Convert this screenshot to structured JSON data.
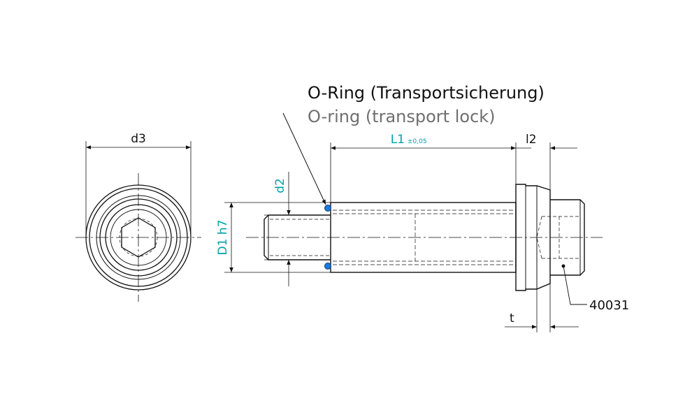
{
  "callout": {
    "oring_de": "O-Ring (Transportsicherung)",
    "oring_en": "O-ring (transport lock)"
  },
  "dimensions": {
    "d3": "d3",
    "d2": "d2",
    "D1": "D1 h7",
    "L1": "L1",
    "L1_tolerance": "±0,05",
    "l2": "l2",
    "t": "t"
  },
  "part_number": "40031",
  "colors": {
    "dimension": "#00a0a8",
    "outline": "#111111",
    "oring": "#1e78d8",
    "text_secondary": "#6f6f6f"
  }
}
